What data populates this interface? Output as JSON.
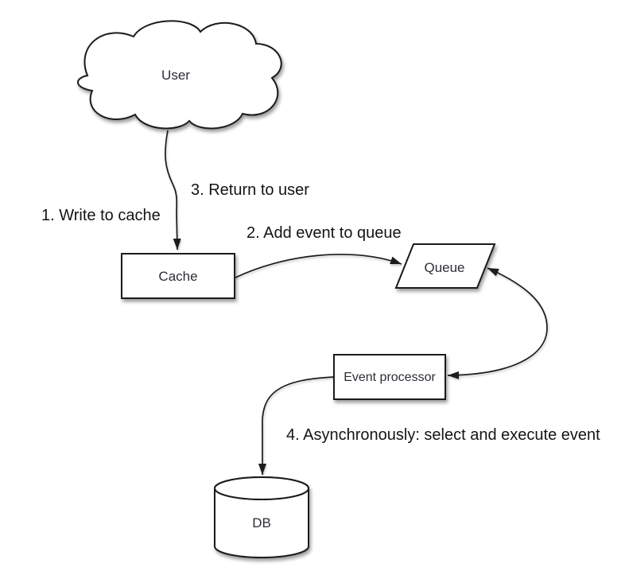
{
  "diagram": {
    "type": "flow-diagram",
    "background_color": "#ffffff",
    "stroke_color": "#1a1a1a",
    "node_fill_color": "#ffffff",
    "node_text_color": "#2d2d36",
    "annotation_text_color": "#141414",
    "nodes": {
      "user": {
        "label": "User",
        "shape": "cloud"
      },
      "cache": {
        "label": "Cache",
        "shape": "rectangle"
      },
      "queue": {
        "label": "Queue",
        "shape": "parallelogram"
      },
      "event_processor": {
        "label": "Event processor",
        "shape": "rectangle"
      },
      "db": {
        "label": "DB",
        "shape": "cylinder"
      }
    },
    "annotations": {
      "step1": {
        "text": "1. Write to cache"
      },
      "step2": {
        "text": "2. Add event to queue"
      },
      "step3": {
        "text": "3. Return to user"
      },
      "step4": {
        "text": "4. Asynchronously: select and execute event"
      }
    },
    "edges": [
      {
        "from": "user",
        "to": "cache",
        "arrowheads": "end"
      },
      {
        "from": "cache",
        "to": "queue",
        "arrowheads": "end"
      },
      {
        "from": "queue",
        "to": "event_processor",
        "arrowheads": "both"
      },
      {
        "from": "event_processor",
        "to": "db",
        "arrowheads": "end"
      }
    ]
  }
}
